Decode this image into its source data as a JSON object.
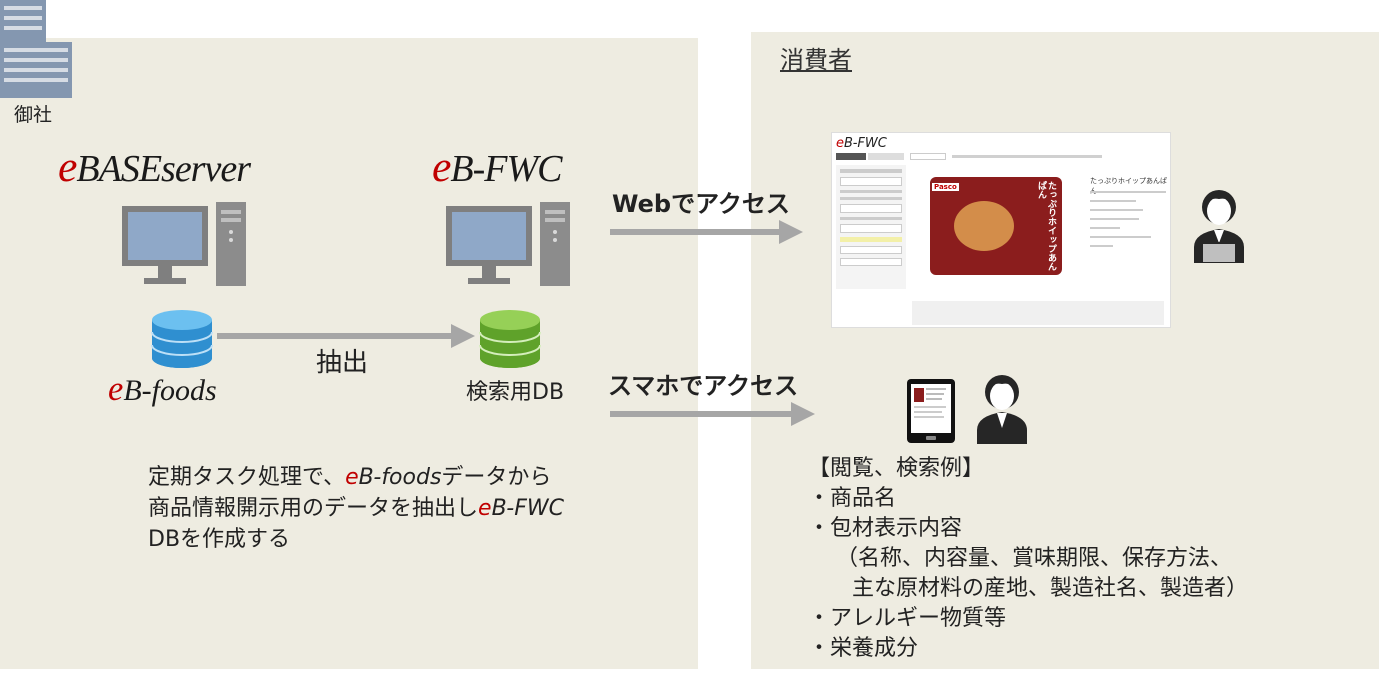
{
  "company": {
    "label": "御社"
  },
  "consumer": {
    "label": "消費者"
  },
  "systems": {
    "ebase": {
      "prefix": "e",
      "name": "BASEserver"
    },
    "ebfwc": {
      "prefix": "e",
      "name": "B-FWC"
    },
    "ebfoods": {
      "prefix": "e",
      "name": "B-foods"
    },
    "search_db": "検索用DB"
  },
  "arrows": {
    "extract": "抽出",
    "web": "Webでアクセス",
    "smartphone": "スマホでアクセス"
  },
  "description": {
    "line1_pre": "定期タスク処理で、",
    "line1_e": "e",
    "line1_brand": "B-foods",
    "line1_post": "データから",
    "line2_pre": "商品情報開示用のデータを抽出し",
    "line2_e": "e",
    "line2_brand": "B-FWC",
    "line3": "DBを作成する"
  },
  "browse_list": {
    "title": "【閲覧、検索例】",
    "items": [
      "・商品名",
      "・包材表示内容",
      "（名称、内容量、賞味期限、保存方法、",
      "主な原材料の産地、製造社名、製造者）",
      "・アレルギー物質等",
      "・栄養成分"
    ]
  },
  "screenshot": {
    "logo_e": "e",
    "logo_rest": "B-FWC",
    "product_title": "たっぷりホイップあんぱん",
    "package_text": "たっぷりホイップあんぱん",
    "brand_badge": "Pasco"
  },
  "colors": {
    "panel": "#eeece1",
    "brand_red": "#c00000",
    "arrow": "#a6a6a6",
    "db_blue": "#4aa3df",
    "db_green": "#79b83a"
  }
}
